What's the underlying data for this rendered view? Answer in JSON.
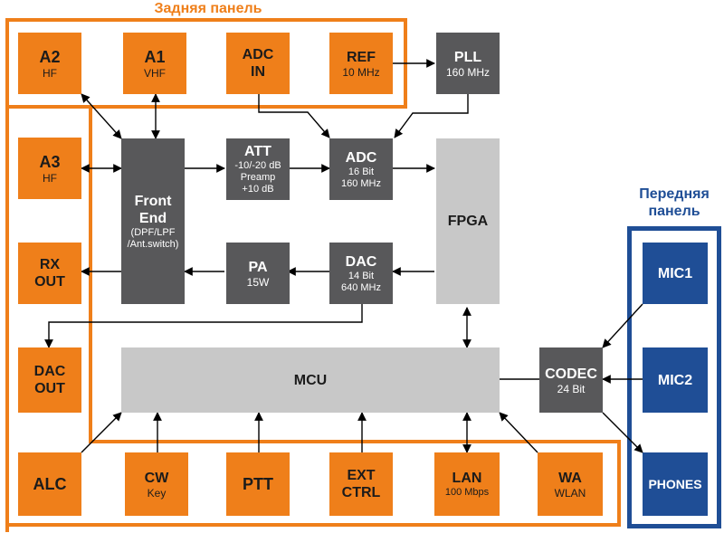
{
  "rear_panel": {
    "title": "Задняя панель",
    "color": "#ef7f1a"
  },
  "front_panel": {
    "title_line1": "Передняя",
    "title_line2": "панель",
    "color": "#1f4e96"
  },
  "blocks": {
    "a2": {
      "label": "A2",
      "sub": "HF"
    },
    "a1": {
      "label": "A1",
      "sub": "VHF"
    },
    "adc_in": {
      "label": "ADC",
      "label2": "IN"
    },
    "ref": {
      "label": "REF",
      "sub": "10 MHz"
    },
    "pll": {
      "label": "PLL",
      "sub": "160 MHz"
    },
    "a3": {
      "label": "A3",
      "sub": "HF"
    },
    "front_end": {
      "label": "Front",
      "label2": "End",
      "sub1": "(DPF/LPF",
      "sub2": "/Ant.switch)"
    },
    "att": {
      "label": "ATT",
      "sub1": "-10/-20 dB",
      "sub2": "Preamp",
      "sub3": "+10 dB"
    },
    "adc": {
      "label": "ADC",
      "sub1": "16 Bit",
      "sub2": "160 MHz"
    },
    "fpga": {
      "label": "FPGA"
    },
    "rx_out": {
      "label": "RX",
      "label2": "OUT"
    },
    "pa": {
      "label": "PA",
      "sub": "15W"
    },
    "dac": {
      "label": "DAC",
      "sub1": "14 Bit",
      "sub2": "640 MHz"
    },
    "dac_out": {
      "label": "DAC",
      "label2": "OUT"
    },
    "mcu": {
      "label": "MCU"
    },
    "codec": {
      "label": "CODEC",
      "sub": "24 Bit"
    },
    "mic1": {
      "label": "MIC1"
    },
    "mic2": {
      "label": "MIC2"
    },
    "phones": {
      "label": "PHONES"
    },
    "alc": {
      "label": "ALC"
    },
    "cw": {
      "label": "CW",
      "sub": "Key"
    },
    "ptt": {
      "label": "PTT"
    },
    "ext_ctrl": {
      "label": "EXT",
      "label2": "CTRL"
    },
    "lan": {
      "label": "LAN",
      "sub": "100 Mbps"
    },
    "wa": {
      "label": "WA",
      "sub": "WLAN"
    }
  },
  "colors": {
    "orange": "#ef7f1a",
    "dark": "#58585a",
    "gray": "#c8c8c8",
    "blue": "#1f4e96",
    "line": "#000000"
  }
}
